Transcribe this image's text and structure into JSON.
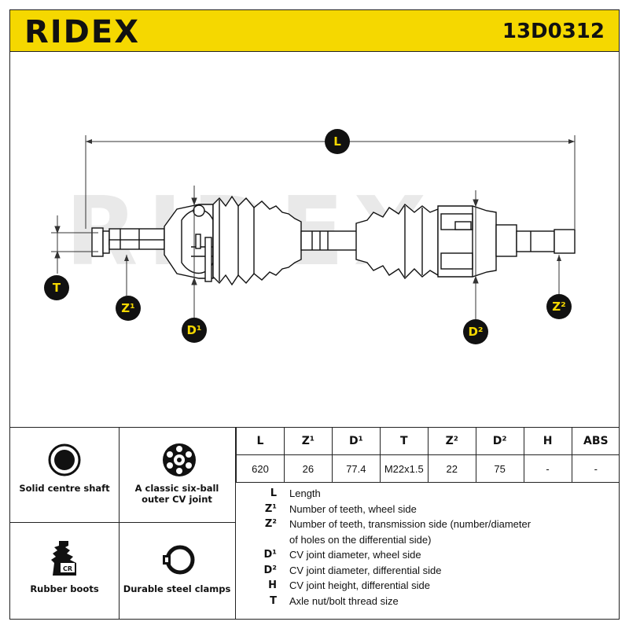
{
  "header": {
    "brand": "RIDEX",
    "part_number": "13D0312"
  },
  "drawing": {
    "watermark": "RIDEX",
    "labels": {
      "L": "L",
      "T": "T",
      "Z1": "Z¹",
      "D1": "D¹",
      "D2": "D²",
      "Z2": "Z²"
    }
  },
  "features": [
    {
      "icon": "solid-shaft-icon",
      "label": "Solid centre shaft"
    },
    {
      "icon": "six-ball-cv-joint-icon",
      "label": "A classic six-ball outer CV joint"
    },
    {
      "icon": "rubber-boot-icon",
      "label": "Rubber boots",
      "badge": "CR"
    },
    {
      "icon": "steel-clamp-icon",
      "label": "Durable steel clamps"
    }
  ],
  "specs": {
    "headers": [
      "L",
      "Z¹",
      "D¹",
      "T",
      "Z²",
      "D²",
      "H",
      "ABS"
    ],
    "values": [
      "620",
      "26",
      "77.4",
      "M22x1.5",
      "22",
      "75",
      "-",
      "-"
    ]
  },
  "legend": [
    {
      "key": "L",
      "text": "Length"
    },
    {
      "key": "Z¹",
      "text": "Number of teeth, wheel side"
    },
    {
      "key": "Z²",
      "text": "Number of teeth, transmission side (number/diameter"
    },
    {
      "key": "",
      "text": "of holes on the differential side)"
    },
    {
      "key": "D¹",
      "text": "CV joint diameter, wheel side"
    },
    {
      "key": "D²",
      "text": "CV joint diameter, differential side"
    },
    {
      "key": "H",
      "text": "CV joint height, differential side"
    },
    {
      "key": "T",
      "text": "Axle nut/bolt thread size"
    }
  ]
}
